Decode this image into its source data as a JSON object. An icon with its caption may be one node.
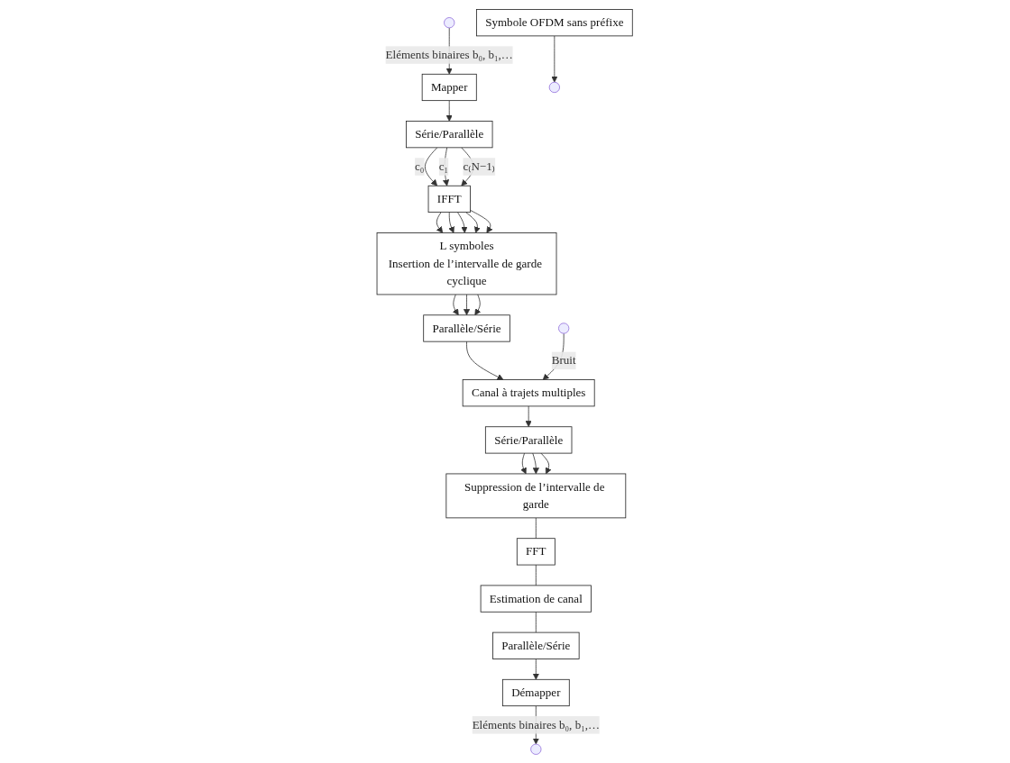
{
  "diagram": {
    "nodes": [
      {
        "text": [
          "Mapper"
        ]
      },
      {
        "text": [
          "Série/Parallèle"
        ]
      },
      {
        "text": [
          "IFFT"
        ]
      },
      {
        "text": [
          "L symboles",
          "Insertion de l’intervalle de garde cyclique"
        ]
      },
      {
        "text": [
          "Parallèle/Série"
        ]
      },
      {
        "text": [
          "Canal à trajets multiples"
        ]
      },
      {
        "text": [
          "Série/Parallèle"
        ]
      },
      {
        "text": [
          "Suppression de l’intervalle de garde"
        ]
      },
      {
        "text": [
          "FFT"
        ]
      },
      {
        "text": [
          "Estimation de canal"
        ]
      },
      {
        "text": [
          "Parallèle/Série"
        ]
      },
      {
        "text": [
          "Démapper"
        ]
      },
      {
        "text": [
          "Symbole OFDM sans préfixe"
        ]
      }
    ],
    "edges": [
      {
        "from": null,
        "to": 0,
        "arrow": "to",
        "label": "Eléments binaires b₀, b₁,…"
      },
      {
        "from": 0,
        "to": 1,
        "arrow": "to"
      },
      {
        "from": 1,
        "to": 2,
        "arrow": "to",
        "label": "c₀"
      },
      {
        "from": 1,
        "to": 2,
        "arrow": "to",
        "label": "c₁"
      },
      {
        "from": 1,
        "to": 2,
        "arrow": "to",
        "label": "c₍N−1₎"
      },
      {
        "from": 2,
        "to": 3,
        "arrow": "to"
      },
      {
        "from": 2,
        "to": 3,
        "arrow": "to"
      },
      {
        "from": 2,
        "to": 3,
        "arrow": "to"
      },
      {
        "from": 2,
        "to": 3,
        "arrow": "to"
      },
      {
        "from": 2,
        "to": 3,
        "arrow": "to"
      },
      {
        "from": 3,
        "to": 4,
        "arrow": "to"
      },
      {
        "from": 3,
        "to": 4,
        "arrow": "to"
      },
      {
        "from": 3,
        "to": 4,
        "arrow": "to"
      },
      {
        "from": 4,
        "to": 5,
        "arrow": "to"
      },
      {
        "from": null,
        "to": 5,
        "arrow": "to",
        "label": "Bruit"
      },
      {
        "from": 5,
        "to": 6,
        "arrow": "to"
      },
      {
        "from": 6,
        "to": 7,
        "arrow": "to"
      },
      {
        "from": 6,
        "to": 7,
        "arrow": "to"
      },
      {
        "from": 6,
        "to": 7,
        "arrow": "to"
      },
      {
        "from": 7,
        "to": 8,
        "arrow": "none"
      },
      {
        "from": 8,
        "to": 9,
        "arrow": "none"
      },
      {
        "from": 9,
        "to": 10,
        "arrow": "none"
      },
      {
        "from": 10,
        "to": 11,
        "arrow": "to"
      },
      {
        "from": 11,
        "to": null,
        "arrow": "to",
        "label": "Eléments binaires b₀, b₁,…"
      },
      {
        "from": 12,
        "to": null,
        "arrow": "to"
      }
    ]
  }
}
